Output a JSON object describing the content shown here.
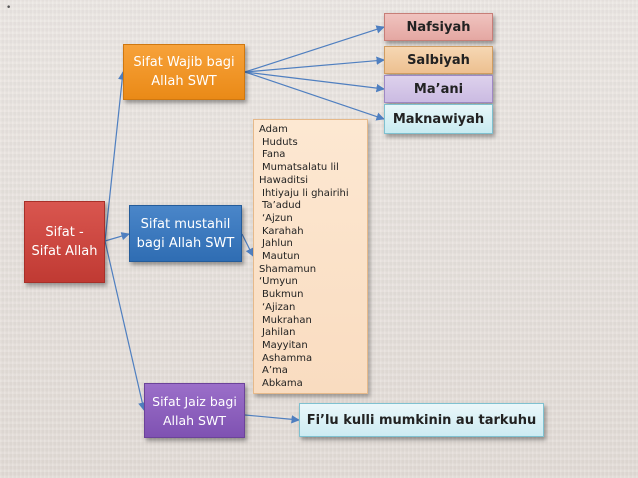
{
  "diagram": {
    "corner_mark": "•",
    "root": {
      "line1": "Sifat -",
      "line2": "Sifat Allah"
    },
    "wajib": {
      "line1": "Sifat Wajib bagi",
      "line2": "Allah SWT"
    },
    "mustahil": {
      "line1": "Sifat mustahil",
      "line2": "bagi Allah SWT"
    },
    "jaiz": {
      "line1": "Sifat Jaiz bagi",
      "line2": "Allah SWT"
    },
    "wajib_children": [
      "Nafsiyah",
      "Salbiyah",
      "Ma’ani",
      "Maknawiyah"
    ],
    "mustahil_list": [
      "Adam",
      "Huduts",
      "Fana",
      "Mumatsalatu lil",
      "Hawaditsi",
      "Ihtiyaju li ghairihi",
      "Ta’adud",
      "‘Ajzun",
      "Karahah",
      "Jahlun",
      "Mautun",
      "Shamamun",
      "‘Umyun",
      "Bukmun",
      "‘Ajizan",
      "Mukrahan",
      "Jahilan",
      "Mayyitan",
      "Ashamma",
      "A’ma",
      "Abkama"
    ],
    "jaiz_child": "Fi’lu kulli mumkinin au tarkuhu",
    "colors": {
      "connector": "#4f7fc0",
      "root": "#c9443d",
      "wajib": "#f0951f",
      "mustahil": "#3a78bf",
      "jaiz": "#8a5fbd"
    }
  }
}
